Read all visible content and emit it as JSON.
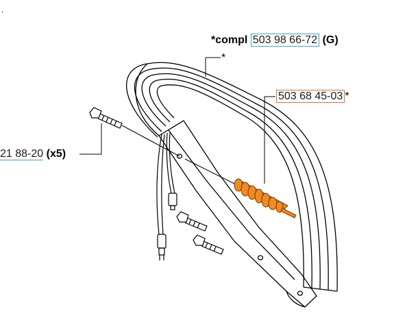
{
  "labels": {
    "compl_prefix": "*compl",
    "compl_part": "503 98 66-72",
    "compl_suffix": "(G)",
    "asterisk": "*",
    "heater_part": "503 68 45-03",
    "heater_suffix": "*",
    "screw_part": "21 88-20",
    "screw_suffix": "(x5)",
    "corner_dot": "."
  },
  "colors": {
    "link_border": "#3aa6b9",
    "highlight_border": "#e0702a",
    "heater_fill": "#f08a24",
    "line": "#000000"
  }
}
